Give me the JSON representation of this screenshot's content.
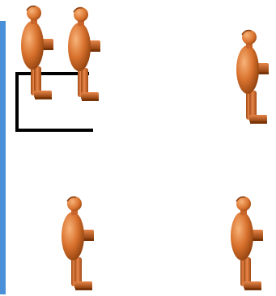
{
  "scene": {
    "figures": [
      {
        "id": "fig1",
        "facing": "right"
      },
      {
        "id": "fig2",
        "facing": "right"
      },
      {
        "id": "fig3",
        "facing": "right"
      },
      {
        "id": "fig4",
        "facing": "right"
      },
      {
        "id": "fig5",
        "facing": "right"
      }
    ],
    "selection_bracket": {
      "visible": true
    },
    "side_bar": {
      "visible": true
    }
  },
  "colors": {
    "background": "#ffffff",
    "side_bar": "#4a90d9",
    "bracket": "#000000",
    "figure_light": "#f09a55",
    "figure_mid": "#d9722e",
    "figure_dark": "#a04a14",
    "figure_shadow": "#7a3608"
  }
}
